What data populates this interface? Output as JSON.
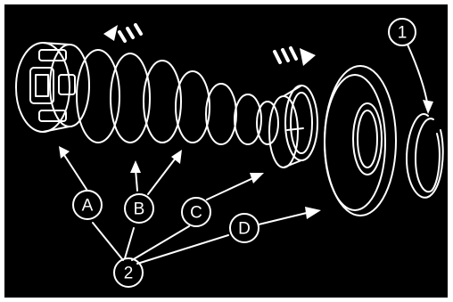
{
  "labels": {
    "callout_1": "1",
    "callout_2": "2",
    "callout_a": "A",
    "callout_b": "B",
    "callout_c": "C",
    "callout_d": "D"
  },
  "colors": {
    "background": "#000000",
    "line": "#ffffff",
    "border": "#ffffff"
  }
}
